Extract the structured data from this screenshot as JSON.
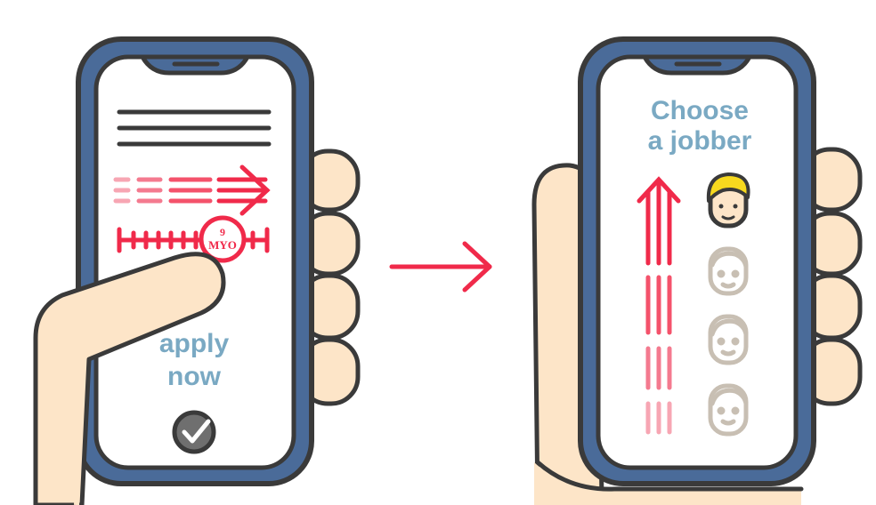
{
  "left_phone": {
    "mini_label_top": "9",
    "mini_label_bottom": "MYO",
    "apply_line1": "apply",
    "apply_line2": "now"
  },
  "right_phone": {
    "title_line1": "Choose",
    "title_line2": "a jobber"
  },
  "colors": {
    "frame": "#4a6b99",
    "outline": "#3a3a3a",
    "accent": "#f02a4a",
    "accent_light": "#f7a6b3",
    "skin": "#fde5c8",
    "text": "#7aa9c3",
    "hair": "#f7d91e",
    "inactive_face": "#c8bfb3"
  }
}
